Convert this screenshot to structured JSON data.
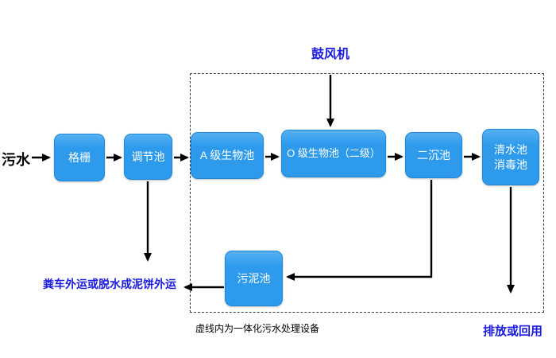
{
  "diagram": {
    "influent_label": "污水",
    "blower_label": "鼓风机",
    "nodes": {
      "grid": {
        "label": "格栅"
      },
      "regulating_tank": {
        "label": "调节池"
      },
      "a_bio_tank": {
        "label": "A 级生物池"
      },
      "o_bio_tank": {
        "label": "O 级生物池（二级）"
      },
      "secondary_clarifier": {
        "label": "二沉池"
      },
      "clear_water_tank": {
        "line1": "清水池",
        "line2": "消毒池"
      },
      "sludge_tank": {
        "label": "污泥池"
      }
    },
    "outputs": {
      "sludge_disposal": "粪车外运或脱水成泥饼外运",
      "discharge": "排放或回用"
    },
    "caption": "虚线内为一体化污水处理设备",
    "colors": {
      "node_fill": "#2d9aec",
      "node_fill_top": "#55b0f3",
      "node_border": "#1f86d8",
      "node_text": "#ffffff",
      "accent_text": "#1b1be0",
      "arrow": "#000000",
      "boundary": "#3a3a3a",
      "text": "#000000",
      "background": "#ffffff"
    }
  }
}
